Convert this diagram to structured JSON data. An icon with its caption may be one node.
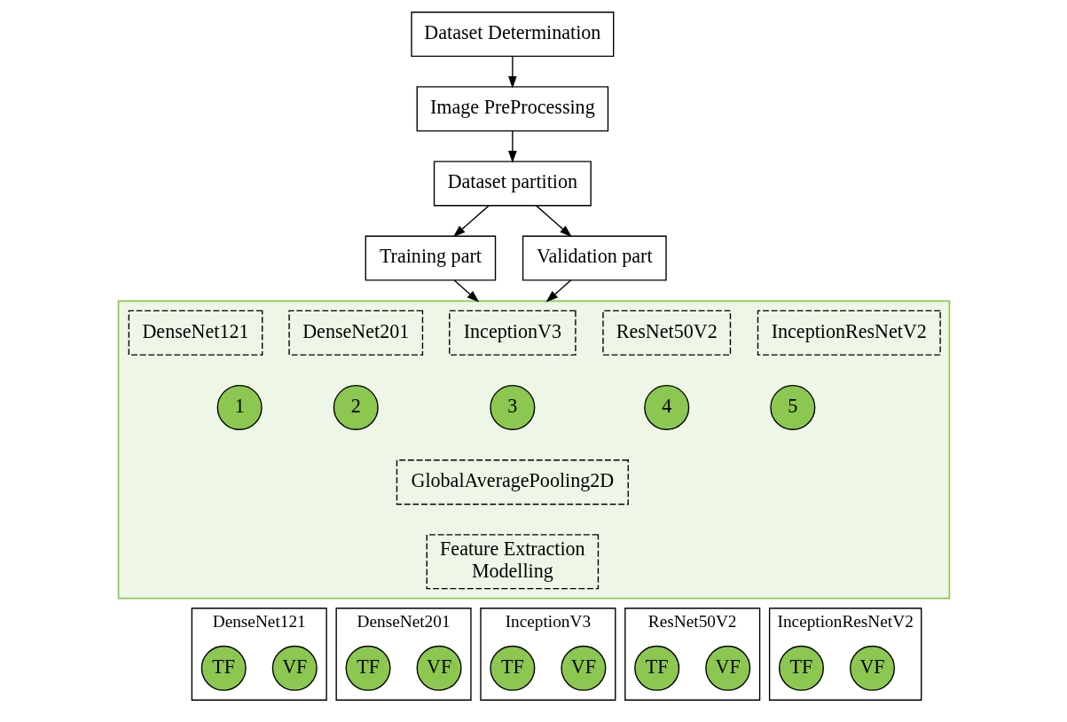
{
  "diagram": {
    "nodes": [
      {
        "text": [
          "Dataset Determination"
        ]
      },
      {
        "text": [
          "Image PreProcessing"
        ]
      },
      {
        "text": [
          "Dataset partition"
        ]
      },
      {
        "text": [
          "Training part"
        ]
      },
      {
        "text": [
          "Validation part"
        ]
      },
      {
        "text": [],
        "shape": "box"
      },
      {
        "text": [
          "DenseNet121"
        ],
        "in": 5
      },
      {
        "text": [
          "DenseNet201"
        ],
        "in": 5
      },
      {
        "text": [
          "InceptionV3"
        ],
        "in": 5
      },
      {
        "text": [
          "ResNet50V2"
        ],
        "in": 5
      },
      {
        "text": [
          "InceptionResNetV2"
        ],
        "in": 5
      },
      {
        "text": [
          "1"
        ],
        "in": 5
      },
      {
        "text": [
          "2"
        ],
        "in": 5
      },
      {
        "text": [
          "3"
        ],
        "in": 5
      },
      {
        "text": [
          "4"
        ],
        "in": 5
      },
      {
        "text": [
          "5"
        ],
        "in": 5
      },
      {
        "text": [
          "GlobalAveragePooling2D"
        ],
        "in": 5
      },
      {
        "text": [
          "Feature Extraction Modelling"
        ],
        "in": 5
      },
      {
        "text": [
          "DenseNet121"
        ]
      },
      {
        "text": [
          "TF"
        ],
        "in": 18
      },
      {
        "text": [
          "VF"
        ],
        "in": 18
      },
      {
        "text": [
          "DenseNet201"
        ]
      },
      {
        "text": [
          "TF"
        ],
        "in": 21
      },
      {
        "text": [
          "VF"
        ],
        "in": 21
      },
      {
        "text": [
          "InceptionV3"
        ]
      },
      {
        "text": [
          "TF"
        ],
        "in": 24
      },
      {
        "text": [
          "VF"
        ],
        "in": 24
      },
      {
        "text": [
          "ResNet50V2"
        ]
      },
      {
        "text": [
          "TF"
        ],
        "in": 27
      },
      {
        "text": [
          "VF"
        ],
        "in": 27
      },
      {
        "text": [
          "InceptionResNetV2"
        ]
      },
      {
        "text": [
          "TF"
        ],
        "in": 30
      },
      {
        "text": [
          "VF"
        ],
        "in": 30
      }
    ],
    "edges": [
      {
        "from": 0,
        "to": 1,
        "arrow": "to"
      },
      {
        "from": 1,
        "to": 2,
        "arrow": "to"
      },
      {
        "from": 2,
        "to": 3,
        "arrow": "to"
      },
      {
        "from": 2,
        "to": 4,
        "arrow": "to"
      },
      {
        "from": 3,
        "to": 5,
        "arrow": "to"
      },
      {
        "from": 4,
        "to": 5,
        "arrow": "to"
      }
    ]
  }
}
